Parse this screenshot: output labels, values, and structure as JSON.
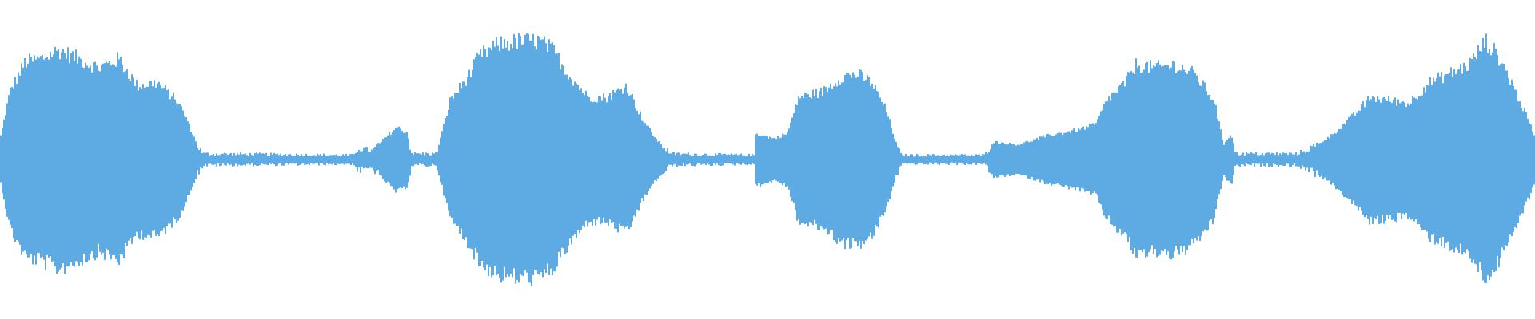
{
  "chart_data": {
    "type": "area",
    "title": "",
    "xlabel": "",
    "ylabel": "",
    "xlim": [
      0,
      1
    ],
    "ylim": [
      -0.5,
      0.5
    ],
    "grid": false,
    "legend": "none",
    "symmetric": true,
    "color": "#5dabe2",
    "envelope": [
      [
        0,
        0.08
      ],
      [
        0.006,
        0.23
      ],
      [
        0.016,
        0.33
      ],
      [
        0.026,
        0.34
      ],
      [
        0.038,
        0.37
      ],
      [
        0.051,
        0.34
      ],
      [
        0.064,
        0.31
      ],
      [
        0.077,
        0.34
      ],
      [
        0.089,
        0.25
      ],
      [
        0.102,
        0.26
      ],
      [
        0.115,
        0.2
      ],
      [
        0.121,
        0.14
      ],
      [
        0.128,
        0.05
      ],
      [
        0.132,
        0.02
      ],
      [
        0.23,
        0.015
      ],
      [
        0.233,
        0.04
      ],
      [
        0.242,
        0.03
      ],
      [
        0.252,
        0.08
      ],
      [
        0.258,
        0.11
      ],
      [
        0.265,
        0.09
      ],
      [
        0.268,
        0.02
      ],
      [
        0.284,
        0.02
      ],
      [
        0.287,
        0.08
      ],
      [
        0.293,
        0.2
      ],
      [
        0.306,
        0.29
      ],
      [
        0.312,
        0.35
      ],
      [
        0.325,
        0.39
      ],
      [
        0.338,
        0.4
      ],
      [
        0.351,
        0.4
      ],
      [
        0.36,
        0.37
      ],
      [
        0.37,
        0.29
      ],
      [
        0.383,
        0.21
      ],
      [
        0.395,
        0.21
      ],
      [
        0.408,
        0.25
      ],
      [
        0.418,
        0.14
      ],
      [
        0.427,
        0.07
      ],
      [
        0.437,
        0.02
      ],
      [
        0.491,
        0.015
      ],
      [
        0.492,
        0.09
      ],
      [
        0.504,
        0.07
      ],
      [
        0.513,
        0.09
      ],
      [
        0.52,
        0.21
      ],
      [
        0.536,
        0.23
      ],
      [
        0.548,
        0.28
      ],
      [
        0.558,
        0.29
      ],
      [
        0.568,
        0.26
      ],
      [
        0.577,
        0.17
      ],
      [
        0.584,
        0.05
      ],
      [
        0.587,
        0.015
      ],
      [
        0.641,
        0.015
      ],
      [
        0.647,
        0.06
      ],
      [
        0.663,
        0.05
      ],
      [
        0.682,
        0.08
      ],
      [
        0.702,
        0.1
      ],
      [
        0.714,
        0.12
      ],
      [
        0.721,
        0.2
      ],
      [
        0.733,
        0.26
      ],
      [
        0.74,
        0.32
      ],
      [
        0.753,
        0.31
      ],
      [
        0.765,
        0.32
      ],
      [
        0.778,
        0.29
      ],
      [
        0.791,
        0.2
      ],
      [
        0.797,
        0.05
      ],
      [
        0.802,
        0.09
      ],
      [
        0.805,
        0.02
      ],
      [
        0.845,
        0.02
      ],
      [
        0.858,
        0.05
      ],
      [
        0.867,
        0.08
      ],
      [
        0.88,
        0.14
      ],
      [
        0.893,
        0.21
      ],
      [
        0.906,
        0.2
      ],
      [
        0.918,
        0.19
      ],
      [
        0.931,
        0.26
      ],
      [
        0.944,
        0.29
      ],
      [
        0.957,
        0.32
      ],
      [
        0.968,
        0.4
      ],
      [
        0.976,
        0.35
      ],
      [
        0.985,
        0.26
      ],
      [
        0.995,
        0.14
      ],
      [
        1,
        0.08
      ]
    ]
  }
}
